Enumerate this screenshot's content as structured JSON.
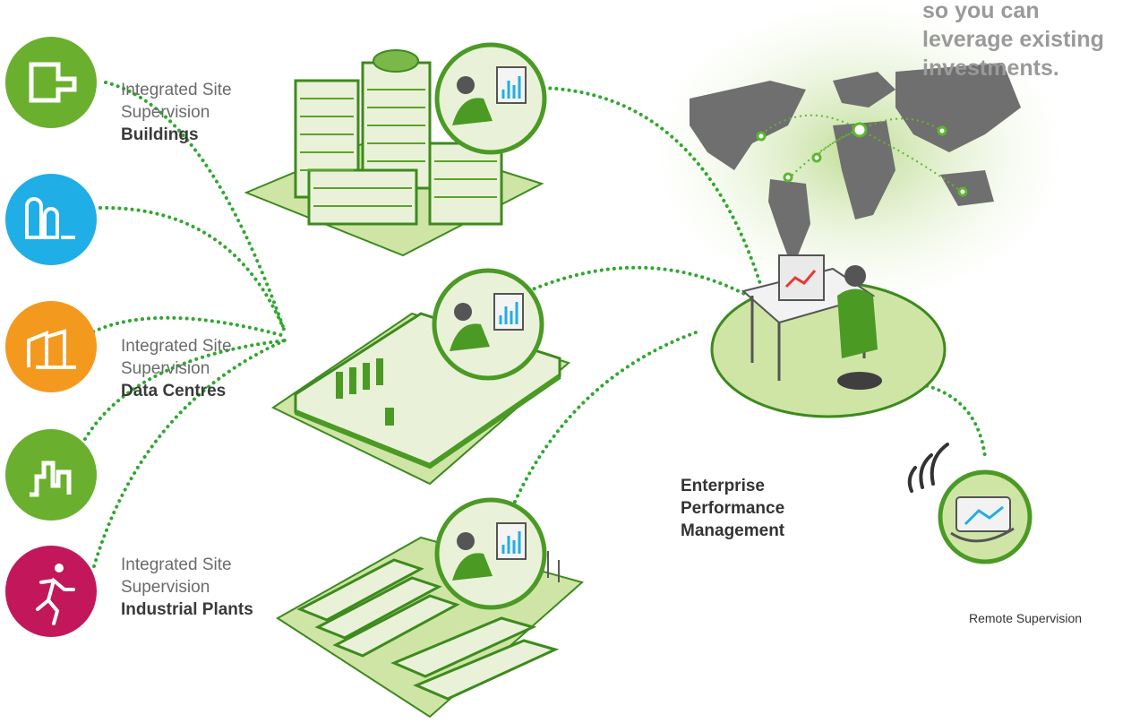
{
  "tagline": {
    "line1": "so you can",
    "line2": "leverage existing",
    "line3": "investments."
  },
  "sites": [
    {
      "line1": "Integrated Site",
      "line2": "Supervision",
      "name": "Buildings"
    },
    {
      "line1": "Integrated Site",
      "line2": "Supervision",
      "name": "Data Centres"
    },
    {
      "line1": "Integrated Site",
      "line2": "Supervision",
      "name": "Industrial Plants"
    }
  ],
  "enterprise": {
    "line1": "Enterprise",
    "line2": "Performance",
    "line3": "Management"
  },
  "remote_label": "Remote Supervision",
  "icons": [
    "building-icon",
    "tanks-icon",
    "factory-icon",
    "city-icon",
    "runner-icon"
  ],
  "colors": {
    "green": "#6ab02e",
    "lightgreen": "#cfe5a6",
    "blue": "#1faee6",
    "orange": "#f39a1e",
    "red": "#c2185b",
    "grey": "#8a8a8a"
  }
}
